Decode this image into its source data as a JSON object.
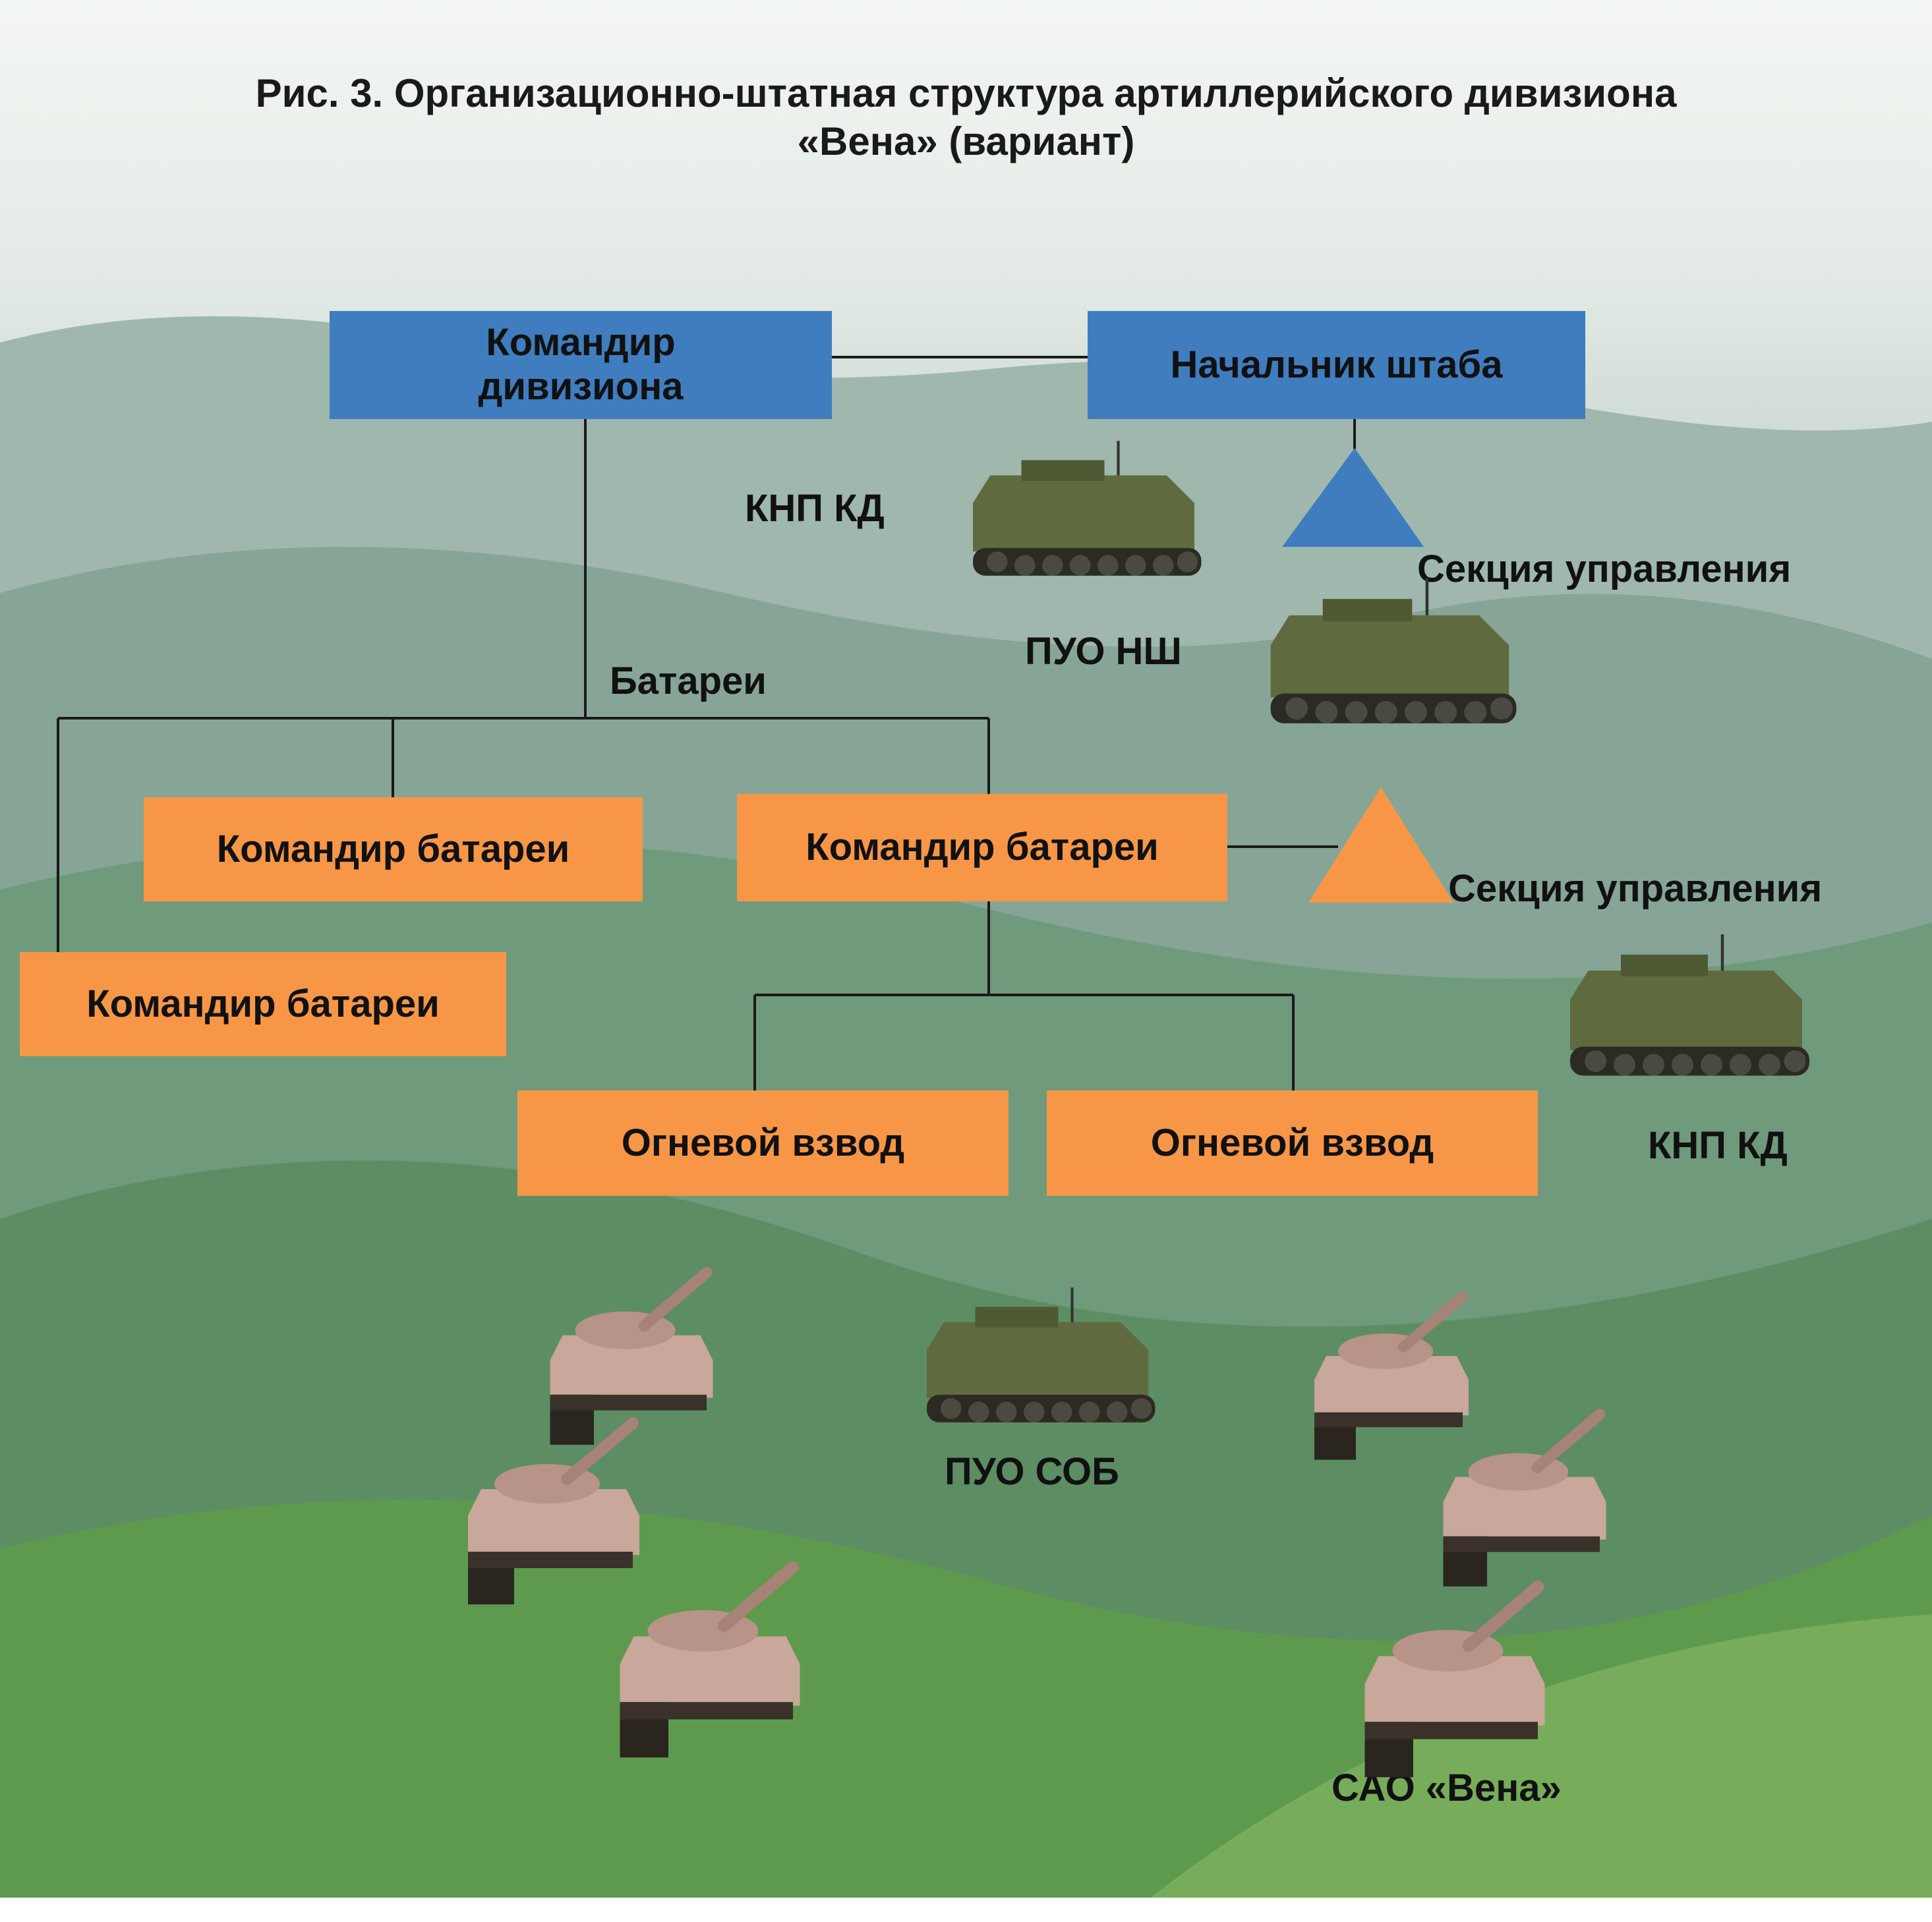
{
  "title": {
    "line1": "Рис. 3. Организационно-штатная структура артиллерийского дивизиона",
    "line2": "«Вена» (вариант)"
  },
  "org": {
    "commander": "Командир дивизиона",
    "chief_of_staff": "Начальник штаба",
    "batteries_label": "Батареи",
    "battery_commander": "Командир батареи",
    "fire_platoon": "Огневой взвод"
  },
  "labels": {
    "knp_kd": "КНП КД",
    "control_section": "Секция управления",
    "puo_nsh": "ПУО НШ",
    "puo_sob": "ПУО СОБ",
    "sao_vena": "САО «Вена»"
  },
  "colors": {
    "hq_box": "#3f7dbf",
    "battery_box": "#f79646",
    "staff_triangle": "#3f7dbf",
    "battery_triangle": "#f79646",
    "background": "#6f9a7c"
  },
  "icons": {
    "command_vehicle": "tracked-armored-command-vehicle",
    "self_propelled_gun": "self-propelled-gun"
  }
}
